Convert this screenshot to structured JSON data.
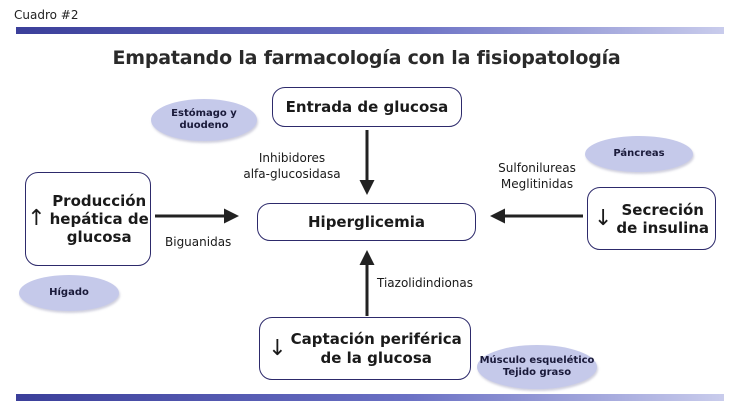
{
  "label": "Cuadro #2",
  "title": "Empatando la farmacología con la fisiopatología",
  "colors": {
    "border": "#2d2a6b",
    "oval": "#c5c9ea",
    "bar_dark": "#3b3f9a",
    "arrow": "#222222"
  },
  "center": {
    "text": "Hiperglicemia"
  },
  "boxes": {
    "top": {
      "text": "Entrada de glucosa",
      "direction_icon": ""
    },
    "left": {
      "text": "Producción\nhepática de\nglucosa",
      "direction_icon": "↑"
    },
    "right": {
      "text": "Secreción\nde insulina",
      "direction_icon": "↓"
    },
    "bottom": {
      "text": "Captación periférica\nde la glucosa",
      "direction_icon": "↓"
    }
  },
  "organs": {
    "top": "Estómago y\nduodeno",
    "left": "Hígado",
    "right": "Páncreas",
    "bottom": "Músculo esquelético\nTejido graso"
  },
  "drugs": {
    "top": "Inhibidores\nalfa-glucosidasa",
    "left": "Biguanidas",
    "right": "Sulfonilureas\nMeglitinidas",
    "bottom": "Tiazolidindionas"
  }
}
